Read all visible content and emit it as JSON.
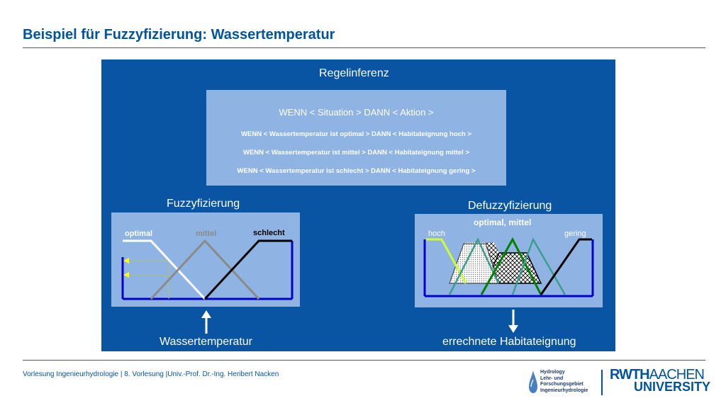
{
  "title": "Beispiel für Fuzzyfizierung: Wassertemperatur",
  "panel": {
    "regelinferenz_label": "Regelinferenz",
    "rules_header": "WENN < Situation > DANN < Aktion >",
    "rules": [
      "WENN < Wassertemperatur ist optimal >  DANN  < Habitateignung hoch >",
      "WENN < Wassertemperatur ist mittel >  DANN  <  Habitateignung mittel >",
      "WENN < Wassertemperatur ist schlecht >  DANN  <  Habitateignung gering >"
    ],
    "fuzzy_label": "Fuzzyfizierung",
    "defuzzy_label": "Defuzzyfizierung",
    "input_label": "Wassertemperatur",
    "output_label": "errechnete Habitateignung"
  },
  "fuzzy_plot": {
    "labels": {
      "optimal": "optimal",
      "mittel": "mittel",
      "schlecht": "schlecht"
    },
    "colors": {
      "optimal": "#ffffff",
      "mittel": "#8a8a8a",
      "schlecht": "#000000",
      "axis": "#0000CC",
      "marker": "#FFFF00"
    }
  },
  "defuzzy_plot": {
    "title": "optimal, mittel",
    "labels": {
      "hoch": "hoch",
      "gering": "gering"
    },
    "colors": {
      "hoch": "#CCFF33",
      "mittel": "#008000",
      "gering": "#2E8B8B",
      "teal": "#3C9D8C"
    }
  },
  "footer": "Vorlesung Ingenieurhydrologie | 8. Vorlesung |Univ.-Prof. Dr.-Ing. Heribert Nacken",
  "logos": {
    "institute_lines": [
      "Hydrology",
      "Lehr- und",
      "Forschungsgebiet",
      "Ingenieurhydrologie"
    ],
    "rwth_line1_bold": "RWTH",
    "rwth_line1_light": "AACHEN",
    "rwth_line2": "UNIVERSITY"
  }
}
